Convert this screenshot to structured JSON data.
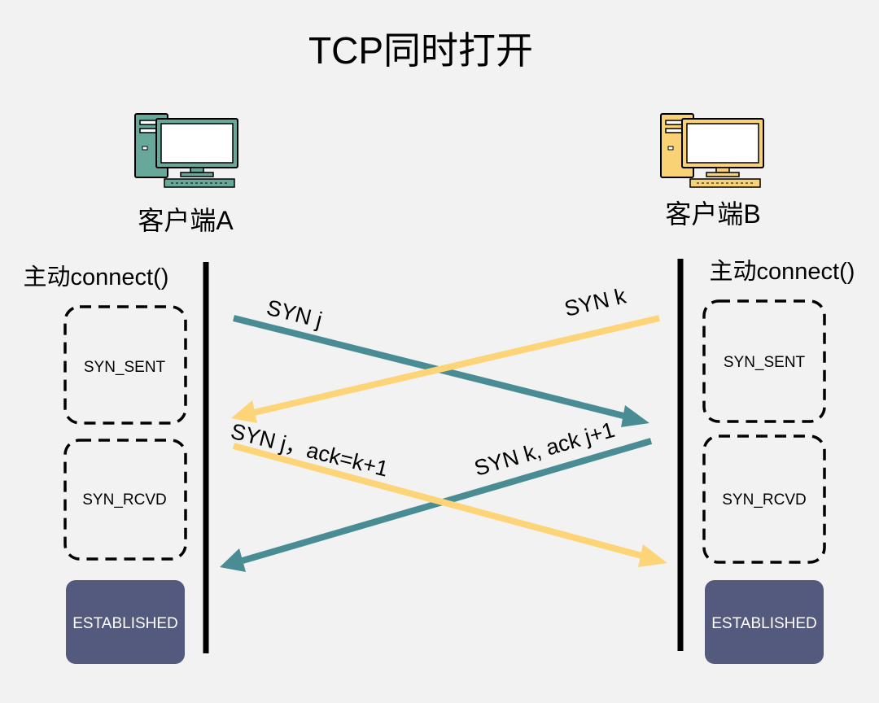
{
  "title": "TCP同时打开",
  "colors": {
    "background": "#f2f2f2",
    "teal_arrow": "#4a8c93",
    "yellow_arrow": "#fdd477",
    "established_box": "#535a7e",
    "client_a_computer": "#68a89a",
    "client_b_computer": "#f8d274"
  },
  "client_a": {
    "label": "客户端A",
    "icon": "desktop-computer-icon",
    "action": "主动connect()",
    "states": [
      "SYN_SENT",
      "SYN_RCVD"
    ],
    "final_state": "ESTABLISHED"
  },
  "client_b": {
    "label": "客户端B",
    "icon": "desktop-computer-icon",
    "action": "主动connect()",
    "states": [
      "SYN_SENT",
      "SYN_RCVD"
    ],
    "final_state": "ESTABLISHED"
  },
  "messages": {
    "a_to_b_syn": "SYN j",
    "b_to_a_syn": "SYN k",
    "a_to_b_synack": "SYN j，ack=k+1",
    "b_to_a_synack": "SYN k, ack j+1"
  }
}
